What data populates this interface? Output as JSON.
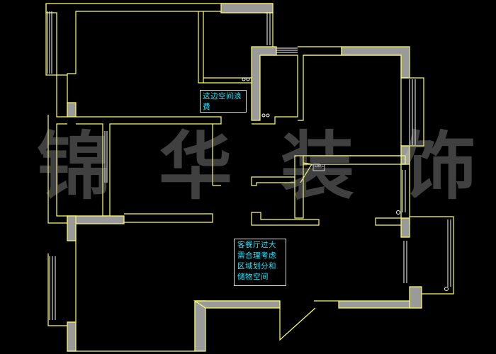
{
  "annotations": {
    "wasted_space_note": "这边空间浪\n费",
    "living_room_note": "客餐厅过大\n需合理考虑\n区域划分和\n储物空间",
    "small_tag": "LWL"
  },
  "watermark": {
    "text": "锦华装饰",
    "chars": [
      "锦",
      "华",
      "装",
      "饰"
    ]
  },
  "colors": {
    "background": "#000000",
    "wall_outline": "#ffff66",
    "wall_fill": "#9a9a9a",
    "annotation_text": "#26e6ff",
    "window_lines": "#ffffff"
  }
}
